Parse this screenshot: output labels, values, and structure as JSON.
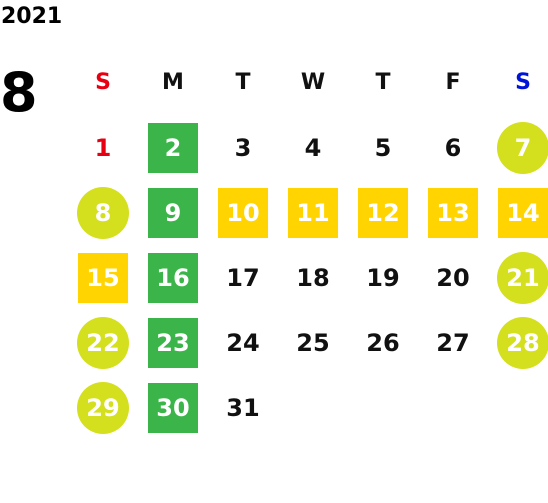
{
  "calendar": {
    "year": "2021",
    "month": "8",
    "weekdays": [
      {
        "label": "S",
        "color": "#e60012"
      },
      {
        "label": "M",
        "color": "#111111"
      },
      {
        "label": "T",
        "color": "#111111"
      },
      {
        "label": "W",
        "color": "#111111"
      },
      {
        "label": "T",
        "color": "#111111"
      },
      {
        "label": "F",
        "color": "#111111"
      },
      {
        "label": "S",
        "color": "#0014d6"
      }
    ],
    "colors": {
      "green": "#3bb54a",
      "yellow": "#ffd400",
      "lime": "#d4df1d",
      "red": "#e60012",
      "text_dark": "#111111",
      "text_light": "#ffffff"
    },
    "weeks": [
      [
        {
          "day": "1",
          "style": "red-text"
        },
        {
          "day": "2",
          "style": "green-square"
        },
        {
          "day": "3",
          "style": "plain"
        },
        {
          "day": "4",
          "style": "plain"
        },
        {
          "day": "5",
          "style": "plain"
        },
        {
          "day": "6",
          "style": "plain"
        },
        {
          "day": "7",
          "style": "lime-circle"
        }
      ],
      [
        {
          "day": "8",
          "style": "lime-circle"
        },
        {
          "day": "9",
          "style": "green-square"
        },
        {
          "day": "10",
          "style": "yellow-square"
        },
        {
          "day": "11",
          "style": "yellow-square"
        },
        {
          "day": "12",
          "style": "yellow-square"
        },
        {
          "day": "13",
          "style": "yellow-square"
        },
        {
          "day": "14",
          "style": "yellow-square"
        }
      ],
      [
        {
          "day": "15",
          "style": "yellow-square"
        },
        {
          "day": "16",
          "style": "green-square"
        },
        {
          "day": "17",
          "style": "plain"
        },
        {
          "day": "18",
          "style": "plain"
        },
        {
          "day": "19",
          "style": "plain"
        },
        {
          "day": "20",
          "style": "plain"
        },
        {
          "day": "21",
          "style": "lime-circle"
        }
      ],
      [
        {
          "day": "22",
          "style": "lime-circle"
        },
        {
          "day": "23",
          "style": "green-square"
        },
        {
          "day": "24",
          "style": "plain"
        },
        {
          "day": "25",
          "style": "plain"
        },
        {
          "day": "26",
          "style": "plain"
        },
        {
          "day": "27",
          "style": "plain"
        },
        {
          "day": "28",
          "style": "lime-circle"
        }
      ],
      [
        {
          "day": "29",
          "style": "lime-circle"
        },
        {
          "day": "30",
          "style": "green-square"
        },
        {
          "day": "31",
          "style": "plain"
        }
      ]
    ]
  }
}
